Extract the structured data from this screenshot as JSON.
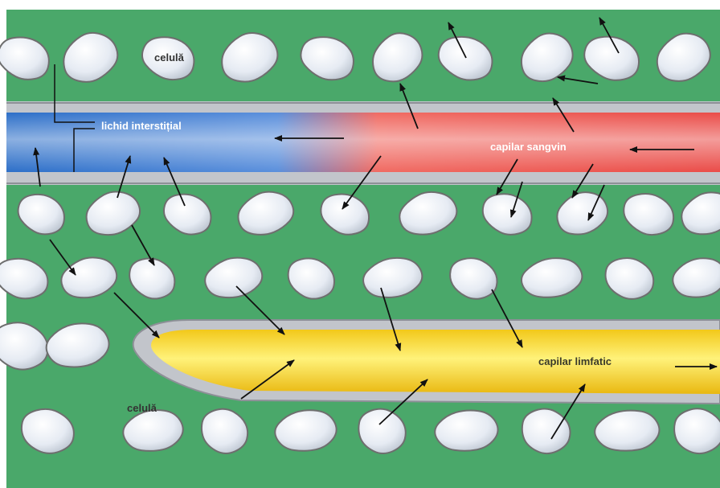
{
  "diagram": {
    "labels": {
      "cell_top": "celulă",
      "cell_bottom": "celulă",
      "interstitial_fluid": "lichid interstițial",
      "blood_capillary": "capilar sangvin",
      "lymph_capillary": "capilar limfatic"
    },
    "colors": {
      "tissue_green": "#4aa86a",
      "cell_fill": "#e8edf5",
      "cell_outline": "#6e6e6e",
      "blood_venous": "#3a7fd0",
      "blood_arterial": "#e8504c",
      "lymph": "#f3d21a",
      "capillary_wall": "#b9bcc2",
      "arrow": "#111111"
    },
    "flow": {
      "blood_direction": "right-to-left",
      "lymph_direction": "left-to-right"
    }
  }
}
